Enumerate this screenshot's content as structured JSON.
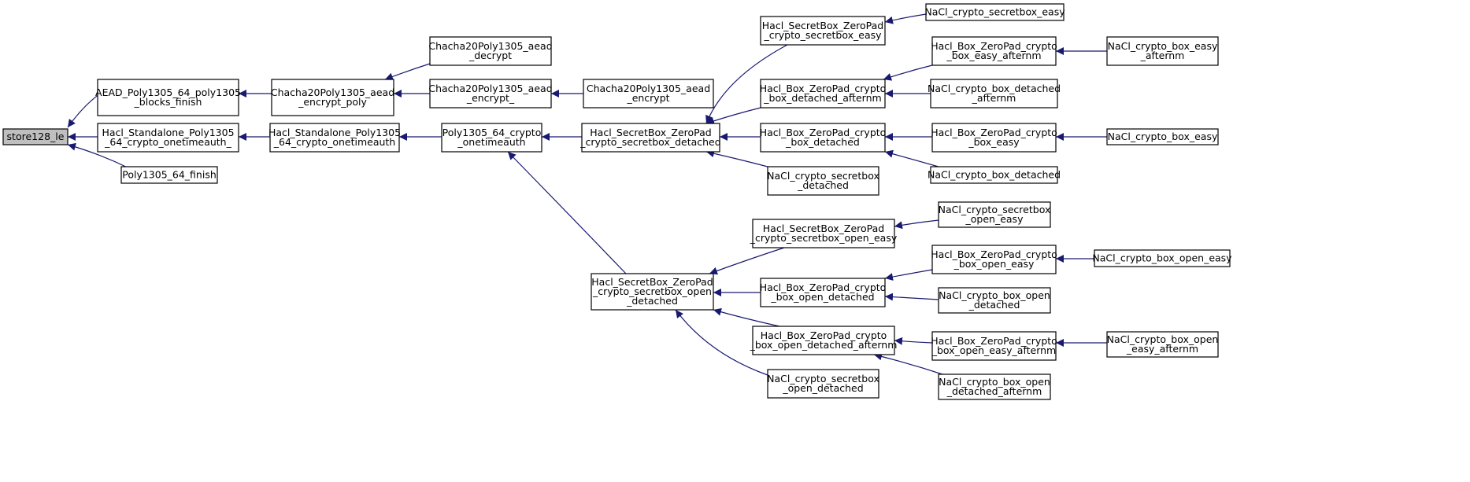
{
  "colors": {
    "edge": "#191970",
    "node_fill": "#ffffff",
    "root_fill": "#bfbfbf",
    "border": "#000000"
  },
  "nodes": [
    {
      "id": "store128_le",
      "lines": [
        "store128_le"
      ],
      "root": true
    },
    {
      "id": "aead_blocks_finish",
      "lines": [
        "AEAD_Poly1305_64_poly1305",
        "_blocks_finish"
      ]
    },
    {
      "id": "hacl_standalone_",
      "lines": [
        "Hacl_Standalone_Poly1305",
        "_64_crypto_onetimeauth_"
      ]
    },
    {
      "id": "poly_finish",
      "lines": [
        "Poly1305_64_finish"
      ]
    },
    {
      "id": "chacha_encrypt_poly",
      "lines": [
        "Chacha20Poly1305_aead",
        "_encrypt_poly"
      ]
    },
    {
      "id": "hacl_standalone",
      "lines": [
        "Hacl_Standalone_Poly1305",
        "_64_crypto_onetimeauth"
      ]
    },
    {
      "id": "chacha_decrypt",
      "lines": [
        "Chacha20Poly1305_aead",
        "_decrypt"
      ]
    },
    {
      "id": "chacha_encrypt_",
      "lines": [
        "Chacha20Poly1305_aead",
        "_encrypt_"
      ]
    },
    {
      "id": "poly_onetimeauth",
      "lines": [
        "Poly1305_64_crypto",
        "_onetimeauth"
      ]
    },
    {
      "id": "chacha_encrypt",
      "lines": [
        "Chacha20Poly1305_aead",
        "_encrypt"
      ]
    },
    {
      "id": "sb_detached",
      "lines": [
        "Hacl_SecretBox_ZeroPad",
        "_crypto_secretbox_detached"
      ]
    },
    {
      "id": "sb_open_detached",
      "lines": [
        "Hacl_SecretBox_ZeroPad",
        "_crypto_secretbox_open",
        "_detached"
      ]
    },
    {
      "id": "sb_easy",
      "lines": [
        "Hacl_SecretBox_ZeroPad",
        "_crypto_secretbox_easy"
      ]
    },
    {
      "id": "box_detached_afternm",
      "lines": [
        "Hacl_Box_ZeroPad_crypto",
        "_box_detached_afternm"
      ]
    },
    {
      "id": "box_detached",
      "lines": [
        "Hacl_Box_ZeroPad_crypto",
        "_box_detached"
      ]
    },
    {
      "id": "nacl_sb_detached",
      "lines": [
        "NaCl_crypto_secretbox",
        "_detached"
      ]
    },
    {
      "id": "sb_open_easy",
      "lines": [
        "Hacl_SecretBox_ZeroPad",
        "_crypto_secretbox_open_easy"
      ]
    },
    {
      "id": "box_open_detached",
      "lines": [
        "Hacl_Box_ZeroPad_crypto",
        "_box_open_detached"
      ]
    },
    {
      "id": "box_open_detached_afternm",
      "lines": [
        "Hacl_Box_ZeroPad_crypto",
        "_box_open_detached_afternm"
      ]
    },
    {
      "id": "nacl_sb_open_detached",
      "lines": [
        "NaCl_crypto_secretbox",
        "_open_detached"
      ]
    },
    {
      "id": "nacl_sb_easy",
      "lines": [
        "NaCl_crypto_secretbox_easy"
      ]
    },
    {
      "id": "box_easy_afternm",
      "lines": [
        "Hacl_Box_ZeroPad_crypto",
        "_box_easy_afternm"
      ]
    },
    {
      "id": "nacl_box_detached_afternm",
      "lines": [
        "NaCl_crypto_box_detached",
        "_afternm"
      ]
    },
    {
      "id": "box_easy",
      "lines": [
        "Hacl_Box_ZeroPad_crypto",
        "_box_easy"
      ]
    },
    {
      "id": "nacl_box_detached",
      "lines": [
        "NaCl_crypto_box_detached"
      ]
    },
    {
      "id": "nacl_sb_open_easy",
      "lines": [
        "NaCl_crypto_secretbox",
        "_open_easy"
      ]
    },
    {
      "id": "box_open_easy",
      "lines": [
        "Hacl_Box_ZeroPad_crypto",
        "_box_open_easy"
      ]
    },
    {
      "id": "nacl_box_open_detached",
      "lines": [
        "NaCl_crypto_box_open",
        "_detached"
      ]
    },
    {
      "id": "box_open_easy_afternm",
      "lines": [
        "Hacl_Box_ZeroPad_crypto",
        "_box_open_easy_afternm"
      ]
    },
    {
      "id": "nacl_box_open_detached_afternm",
      "lines": [
        "NaCl_crypto_box_open",
        "_detached_afternm"
      ]
    },
    {
      "id": "nacl_box_easy_afternm",
      "lines": [
        "NaCl_crypto_box_easy",
        "_afternm"
      ]
    },
    {
      "id": "nacl_box_easy",
      "lines": [
        "NaCl_crypto_box_easy"
      ]
    },
    {
      "id": "nacl_box_open_easy",
      "lines": [
        "NaCl_crypto_box_open_easy"
      ]
    },
    {
      "id": "nacl_box_open_easy_afternm",
      "lines": [
        "NaCl_crypto_box_open",
        "_easy_afternm"
      ]
    }
  ],
  "edges": [
    [
      "aead_blocks_finish",
      "store128_le"
    ],
    [
      "hacl_standalone_",
      "store128_le"
    ],
    [
      "poly_finish",
      "store128_le"
    ],
    [
      "chacha_encrypt_poly",
      "aead_blocks_finish"
    ],
    [
      "hacl_standalone",
      "hacl_standalone_"
    ],
    [
      "chacha_decrypt",
      "chacha_encrypt_poly"
    ],
    [
      "chacha_encrypt_",
      "chacha_encrypt_poly"
    ],
    [
      "poly_onetimeauth",
      "hacl_standalone"
    ],
    [
      "chacha_encrypt",
      "chacha_encrypt_"
    ],
    [
      "sb_detached",
      "poly_onetimeauth"
    ],
    [
      "sb_open_detached",
      "poly_onetimeauth"
    ],
    [
      "sb_easy",
      "sb_detached"
    ],
    [
      "box_detached_afternm",
      "sb_detached"
    ],
    [
      "box_detached",
      "sb_detached"
    ],
    [
      "nacl_sb_detached",
      "sb_detached"
    ],
    [
      "sb_open_easy",
      "sb_open_detached"
    ],
    [
      "box_open_detached",
      "sb_open_detached"
    ],
    [
      "box_open_detached_afternm",
      "sb_open_detached"
    ],
    [
      "nacl_sb_open_detached",
      "sb_open_detached"
    ],
    [
      "nacl_sb_easy",
      "sb_easy"
    ],
    [
      "box_easy_afternm",
      "box_detached_afternm"
    ],
    [
      "nacl_box_detached_afternm",
      "box_detached_afternm"
    ],
    [
      "box_easy",
      "box_detached"
    ],
    [
      "nacl_box_detached",
      "box_detached"
    ],
    [
      "nacl_sb_open_easy",
      "sb_open_easy"
    ],
    [
      "box_open_easy",
      "box_open_detached"
    ],
    [
      "nacl_box_open_detached",
      "box_open_detached"
    ],
    [
      "box_open_easy_afternm",
      "box_open_detached_afternm"
    ],
    [
      "nacl_box_open_detached_afternm",
      "box_open_detached_afternm"
    ],
    [
      "nacl_box_easy_afternm",
      "box_easy_afternm"
    ],
    [
      "nacl_box_easy",
      "box_easy"
    ],
    [
      "nacl_box_open_easy",
      "box_open_easy"
    ],
    [
      "nacl_box_open_easy_afternm",
      "box_open_easy_afternm"
    ]
  ]
}
